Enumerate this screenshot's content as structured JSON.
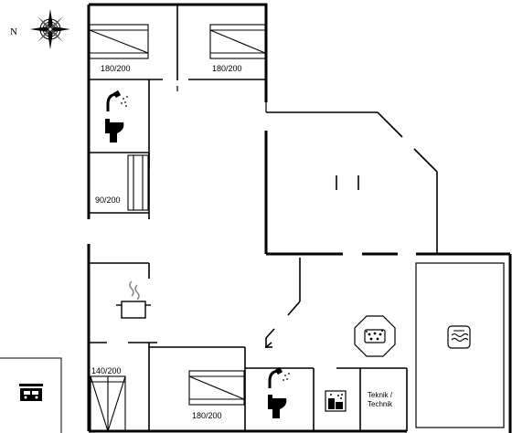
{
  "compass": {
    "north_label": "N"
  },
  "beds": {
    "bed1": "180/200",
    "bed2": "180/200",
    "bed3": "90/200",
    "bed4": "140/200",
    "bed5": "180/200"
  },
  "technik": {
    "line1": "Teknik /",
    "line2": "Technik"
  },
  "icons": [
    "compass-rose-icon",
    "shower-icon",
    "toilet-icon",
    "cooking-pot-icon",
    "spa-bath-icon",
    "sauna-icon",
    "pool-icon",
    "carport-icon"
  ]
}
